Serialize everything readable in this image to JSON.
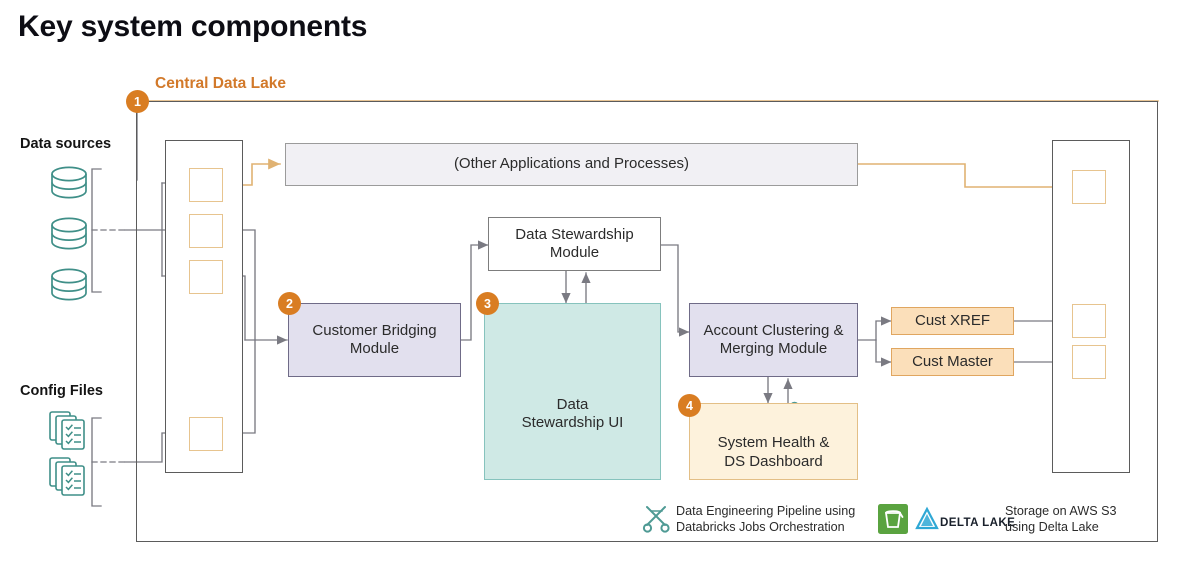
{
  "page": {
    "title": "Key system components"
  },
  "labels": {
    "data_sources": "Data sources",
    "config_files": "Config Files",
    "central_data_lake": "Central Data Lake"
  },
  "badges": {
    "one": "1",
    "two": "2",
    "three": "3",
    "four": "4"
  },
  "nodes": {
    "other_apps": "(Other Applications and Processes)",
    "customer_bridging": "Customer Bridging\nModule",
    "customer_bridging_line1": "Customer Bridging",
    "customer_bridging_line2": "Module",
    "data_stewardship_module_line1": "Data Stewardship",
    "data_stewardship_module_line2": "Module",
    "data_stewardship_ui_line1": "Data",
    "data_stewardship_ui_line2": "Stewardship UI",
    "account_clustering_line1": "Account Clustering &",
    "account_clustering_line2": "Merging Module",
    "system_health_line1": "System Health &",
    "system_health_line2": "DS Dashboard",
    "cust_xref": "Cust XREF",
    "cust_master": "Cust Master"
  },
  "legend": {
    "pipeline_line1": "Data Engineering Pipeline using",
    "pipeline_line2": "Databricks Jobs Orchestration",
    "delta_lake_wordmark": "DELTA LAKE",
    "storage_line1": "Storage on AWS S3",
    "storage_line2": "using Delta Lake"
  },
  "icons": {
    "database": "database-cylinder-icon",
    "config": "config-files-stack-icon",
    "user": "user-person-icon",
    "barchart": "bar-chart-icon",
    "runner": "running-person-icon",
    "scissors": "scissors-pipeline-icon",
    "s3bucket": "aws-s3-bucket-icon",
    "deltalake": "delta-lake-triangle-icon"
  },
  "colors": {
    "accent_orange": "#d97d22",
    "teal": "#3f8f88",
    "lavender": "#e2e0ee",
    "teal_fill": "#cfe9e5",
    "peach": "#fbdfba",
    "cream": "#fdf2dc",
    "grey_bar": "#f1f0f4",
    "line_grey": "#7a7a82",
    "line_orange": "#e4c18d",
    "s3_green": "#4f9c33",
    "delta_blue": "#2fa8d5"
  }
}
